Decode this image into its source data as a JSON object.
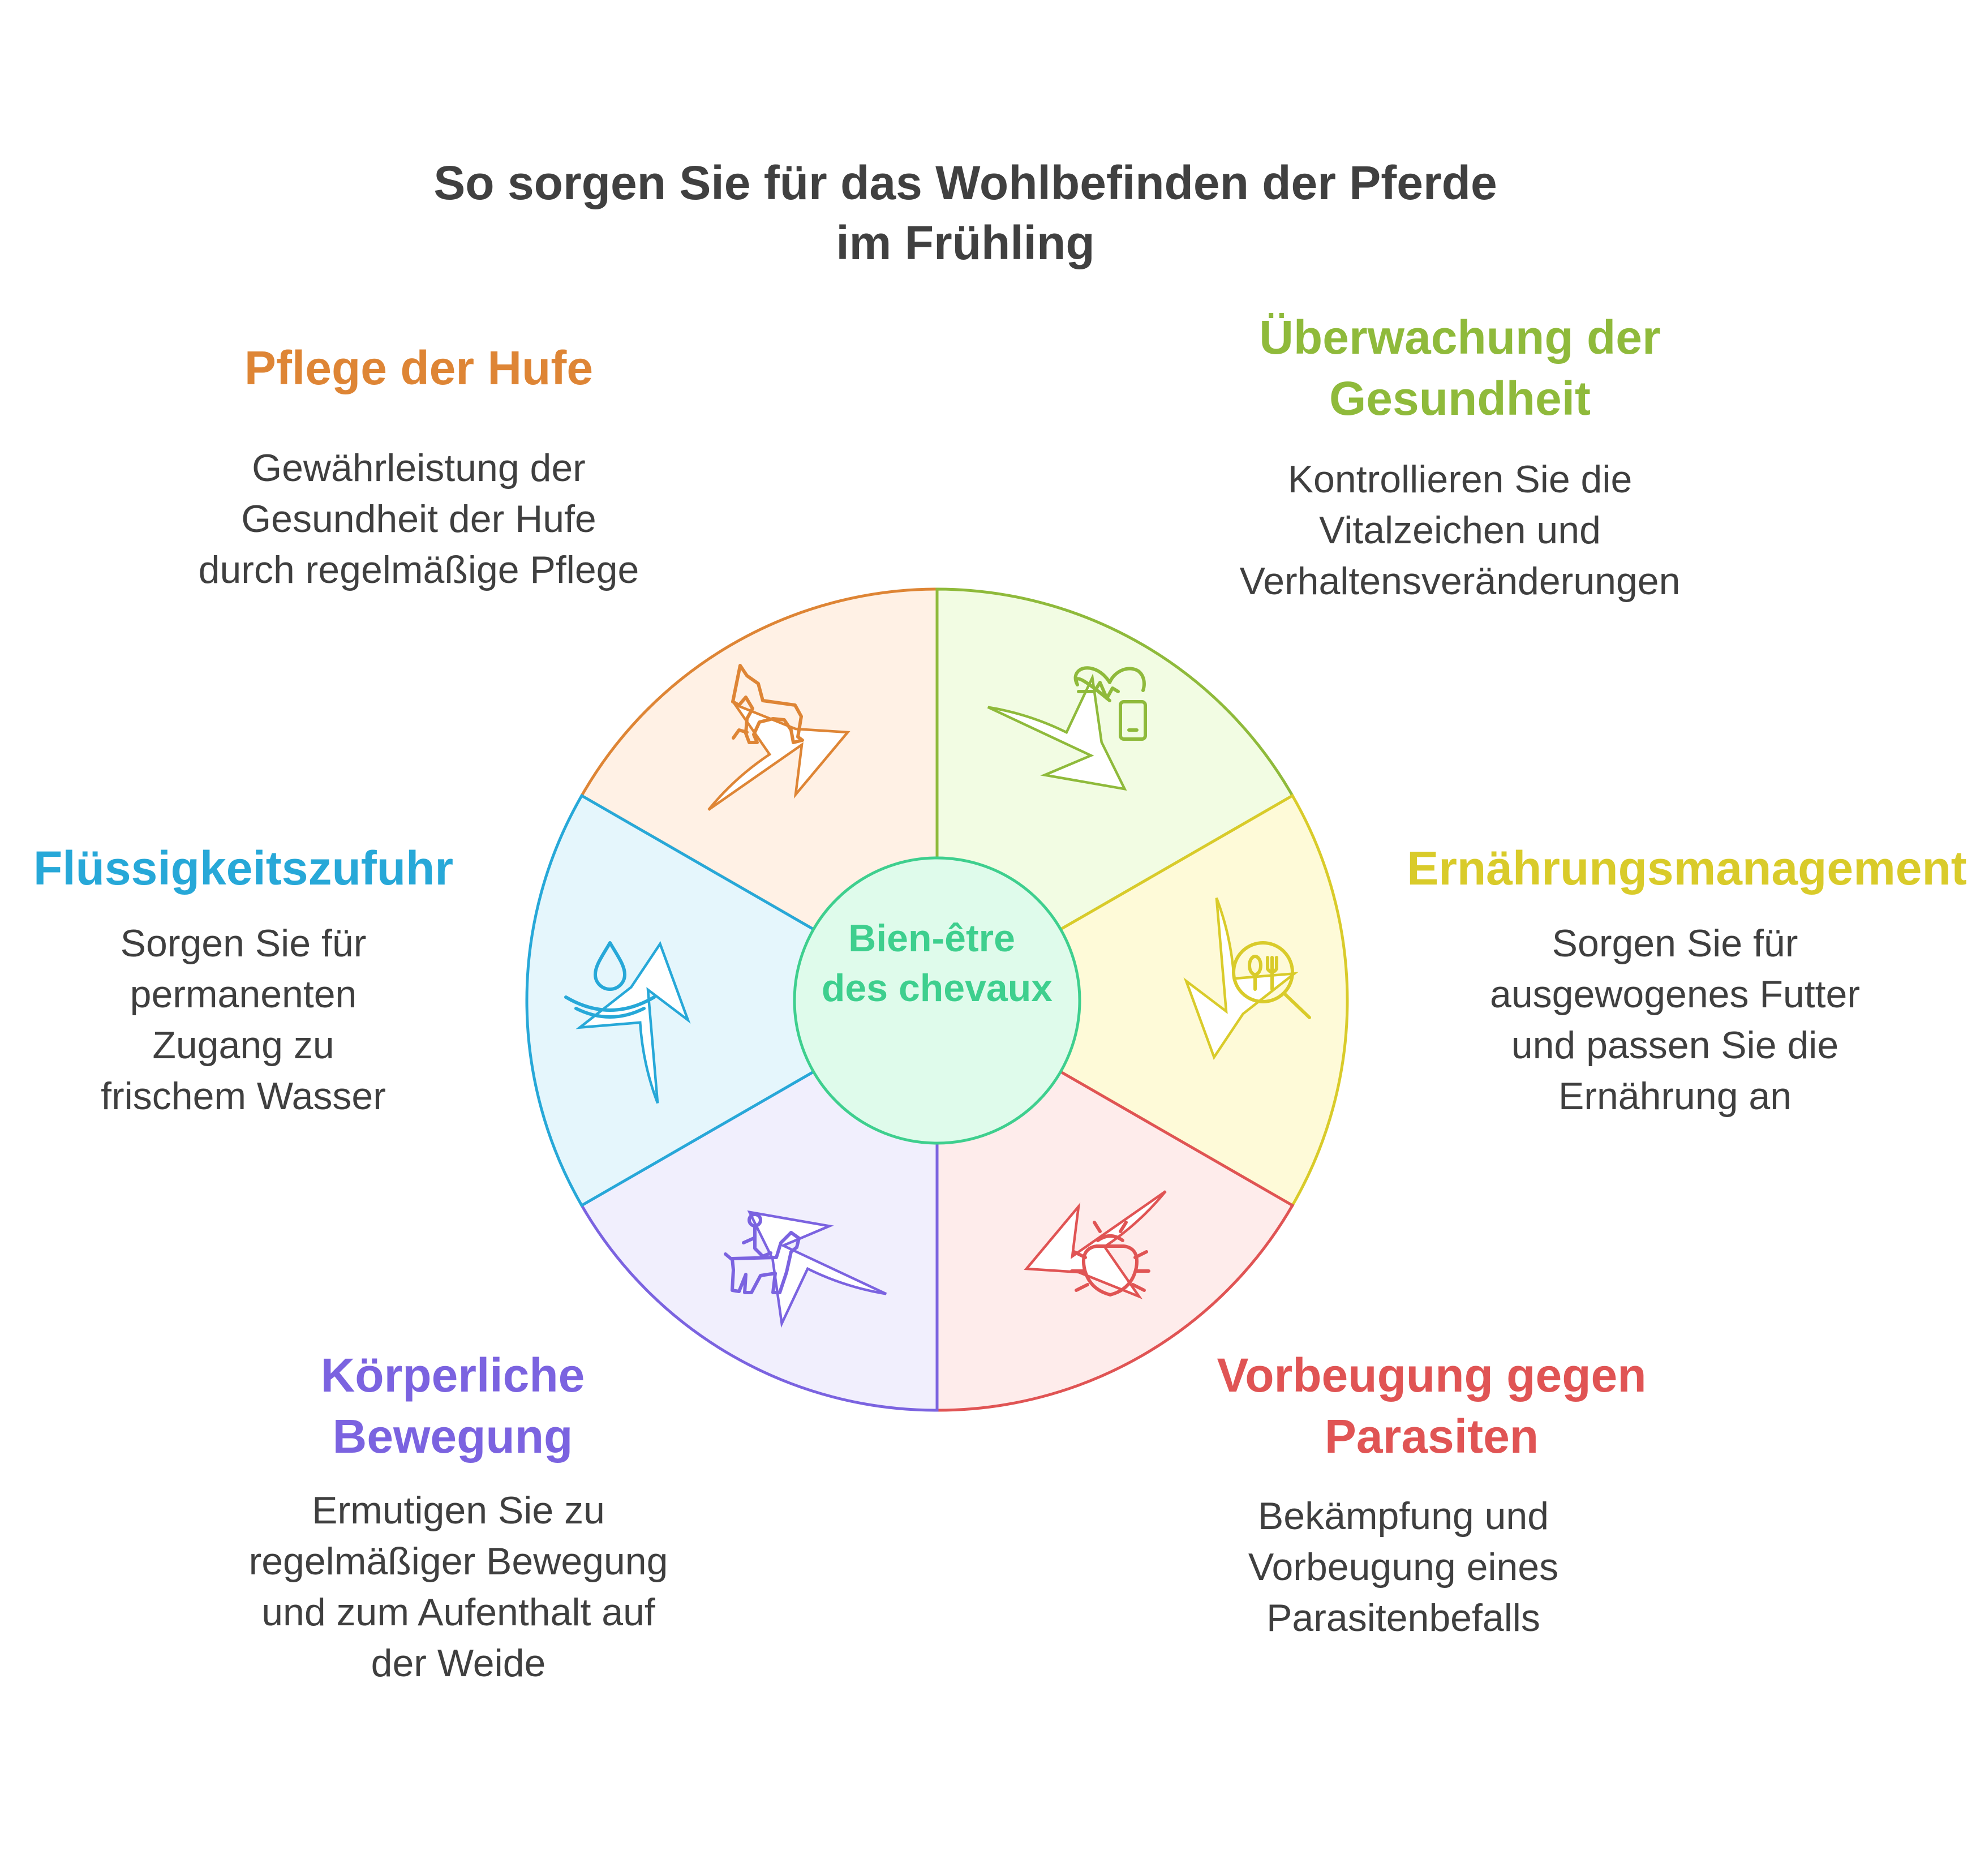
{
  "title": "So sorgen Sie für das Wohlbefinden der Pferde\nim Frühling",
  "center": {
    "label": "Bien-être\ndes chevaux",
    "color": "#3ecf8e"
  },
  "segments": [
    {
      "id": "hooves",
      "heading": "Pflege der Hufe",
      "description": "Gewährleistung der\nGesundheit der Hufe\ndurch regelmäßige Pflege",
      "color": "#de8535",
      "icon": "horse-icon"
    },
    {
      "id": "health",
      "heading": "Überwachung der\nGesundheit",
      "description": "Kontrollieren Sie die\nVitalzeichen und\nVerhaltensveränderungen",
      "color": "#8fba3b",
      "icon": "heart-monitor-icon"
    },
    {
      "id": "nutrition",
      "heading": "Ernährungsmanagement",
      "description": "Sorgen Sie für\nausgewogenes Futter\nund passen Sie die\nErnährung an",
      "color": "#d9cb2a",
      "icon": "food-search-icon"
    },
    {
      "id": "parasites",
      "heading": "Vorbeugung gegen\nParasiten",
      "description": "Bekämpfung und\nVorbeugung eines\nParasitenbefalls",
      "color": "#e05454",
      "icon": "bug-icon"
    },
    {
      "id": "exercise",
      "heading": "Körperliche\nBewegung",
      "description": "Ermutigen Sie zu\nregelmäßiger Bewegung\nund zum Aufenthalt auf\nder Weide",
      "color": "#7b63e0",
      "icon": "horse-rider-icon"
    },
    {
      "id": "hydration",
      "heading": "Flüssigkeitszufuhr",
      "description": "Sorgen Sie für\npermanenten\nZugang zu\nfrischem Wasser",
      "color": "#27a8d8",
      "icon": "water-drop-icon"
    }
  ]
}
